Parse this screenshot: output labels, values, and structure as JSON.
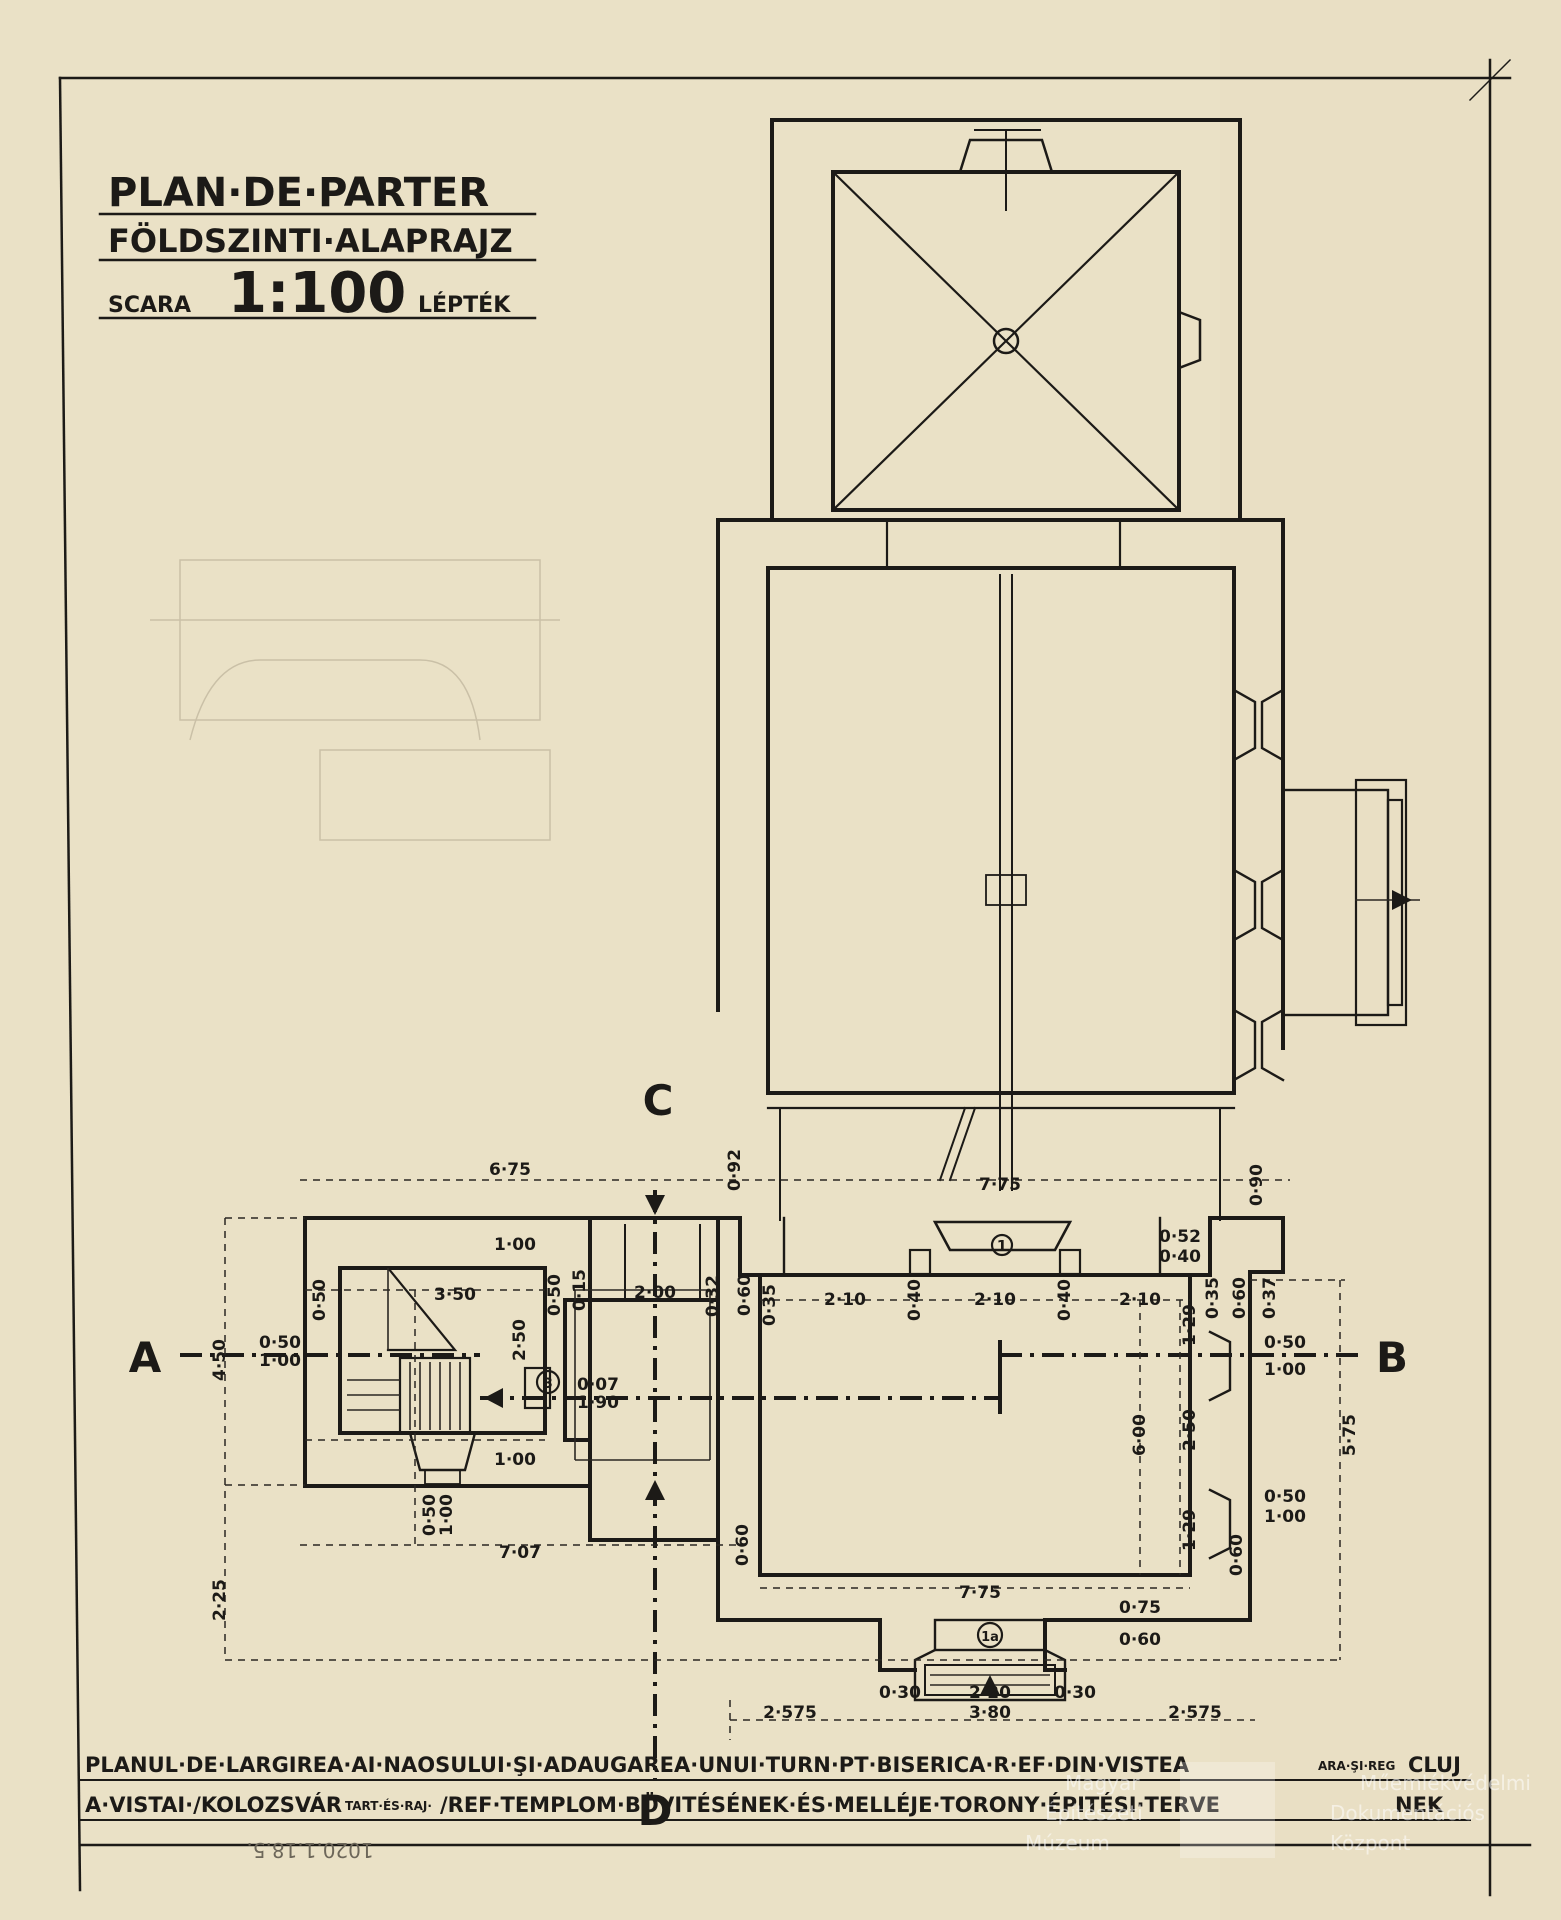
{
  "title_block": {
    "title_ro": "PLAN·DE·PARTER",
    "title_hu": "FÖLDSZINTI·ALAPRAJZ",
    "scale_left": "SCARA",
    "scale_value": "1:100",
    "scale_right": "LÉPTÉK"
  },
  "section_marks": {
    "a": "A",
    "b": "B",
    "c": "C",
    "d": "D"
  },
  "room_numbers": [
    "1",
    "1a",
    "3"
  ],
  "dimensions": {
    "top_left": "6·75",
    "top_mid": "7·75",
    "top_mid_left": "0·92",
    "top_right": "0·90",
    "stair_top": "1·00",
    "stair_width": "3·50",
    "stair_left_50": "0·50",
    "stair_inner_50": "0·50",
    "stair_small_15": "0·15",
    "stair_height": "2·50",
    "stair_bottom": "1·00",
    "left_height": "4·50",
    "left_050": "0·50",
    "left_100": "1·00",
    "win_050": "0·50",
    "win_100": "1·00",
    "tower_2": "2·00",
    "tower_060": "0·60",
    "tower_032": "0·32",
    "tower_007": "0·07",
    "tower_190": "1·90",
    "bottom_left": "7·07",
    "left_225": "2·25",
    "tower_060b": "0·60",
    "nave_035": "0·35",
    "nave_210a": "2·10",
    "nave_040a": "0·40",
    "nave_210b": "2·10",
    "nave_040b": "0·40",
    "nave_210c": "2·10",
    "nave_052": "0·52",
    "nave_040c": "0·40",
    "nave_035b": "0·35",
    "nave_060": "0·60",
    "nave_037": "0·37",
    "nave_129a": "1·29",
    "nave_600": "6·00",
    "nave_250": "2·50",
    "nave_129b": "1·29",
    "right_050a": "0·50",
    "right_100a": "1·00",
    "right_050b": "0·50",
    "right_100b": "1·00",
    "right_575": "5·75",
    "right_060": "0·60",
    "nave_bottom": "7·75",
    "porch_075": "0·75",
    "porch_060": "0·60",
    "porch_030a": "0·30",
    "porch_220": "2·20",
    "porch_030b": "0·30",
    "bottom_2575a": "2·575",
    "bottom_380": "3·80",
    "bottom_2575b": "2·575"
  },
  "caption": {
    "line1": "PLANUL·DE·LARGIREA·AI·NAOSULUI·ŞI·ADAUGAREA·UNUI·TURN·PT·BISERICA·R·EF·DIN·VISTEA",
    "line1_end": "CLUJ",
    "line1_small": "ARA·ŞI·REG",
    "line2": "A·VISTAI·/KOLOZSVÁR",
    "line2_small": "TART·ÉS·RAJ·",
    "line2_b": "/REF·TEMPLOM·BÖVITÉSÉNEK·ÉS·MELLÉJE·TORONY·ÉPITÉSI·TERVE",
    "line2_end": "NEK"
  },
  "pencil_note": "1020.1.18.5.",
  "watermark": {
    "line1": "Magyar",
    "line2": "Építészeti",
    "line3": "Múzeum",
    "right1": "Műemlékvédelmi",
    "right2": "Dokumentációs",
    "right3": "Központ"
  },
  "colors": {
    "paper": "#e9dfc4",
    "ink": "#1c1a17",
    "frame": "#2a2722"
  }
}
